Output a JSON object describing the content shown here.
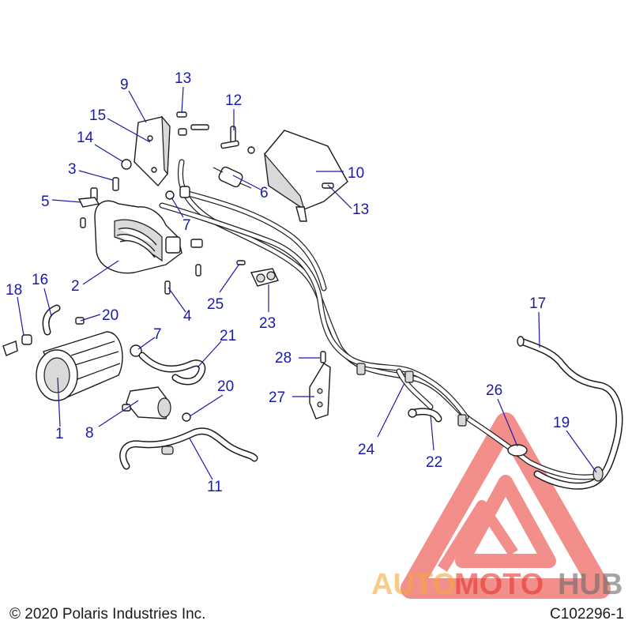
{
  "callouts": [
    {
      "id": "1",
      "text": "1"
    },
    {
      "id": "2",
      "text": "2"
    },
    {
      "id": "3",
      "text": "3"
    },
    {
      "id": "4",
      "text": "4"
    },
    {
      "id": "5",
      "text": "5"
    },
    {
      "id": "6",
      "text": "6"
    },
    {
      "id": "7a",
      "text": "7"
    },
    {
      "id": "7b",
      "text": "7"
    },
    {
      "id": "8",
      "text": "8"
    },
    {
      "id": "9",
      "text": "9"
    },
    {
      "id": "10",
      "text": "10"
    },
    {
      "id": "11",
      "text": "11"
    },
    {
      "id": "12",
      "text": "12"
    },
    {
      "id": "13a",
      "text": "13"
    },
    {
      "id": "13b",
      "text": "13"
    },
    {
      "id": "14",
      "text": "14"
    },
    {
      "id": "15",
      "text": "15"
    },
    {
      "id": "16",
      "text": "16"
    },
    {
      "id": "17",
      "text": "17"
    },
    {
      "id": "18",
      "text": "18"
    },
    {
      "id": "19",
      "text": "19"
    },
    {
      "id": "20a",
      "text": "20"
    },
    {
      "id": "20b",
      "text": "20"
    },
    {
      "id": "21",
      "text": "21"
    },
    {
      "id": "22",
      "text": "22"
    },
    {
      "id": "23",
      "text": "23"
    },
    {
      "id": "24",
      "text": "24"
    },
    {
      "id": "25",
      "text": "25"
    },
    {
      "id": "26",
      "text": "26"
    },
    {
      "id": "27",
      "text": "27"
    },
    {
      "id": "28",
      "text": "28"
    }
  ],
  "footer": {
    "copyright": "© 2020 Polaris Industries Inc.",
    "figure_id": "C102296-1"
  },
  "watermark": {
    "word_auto": "AUTO",
    "word_moto": "MOTO",
    "word_hub": "HUB",
    "color_primary": "#e8352e",
    "color_accent": "#f2a93b",
    "color_hub": "#6a6a6a"
  },
  "colors": {
    "callout": "#1a1aa8",
    "linework": "#1b1b1b"
  }
}
